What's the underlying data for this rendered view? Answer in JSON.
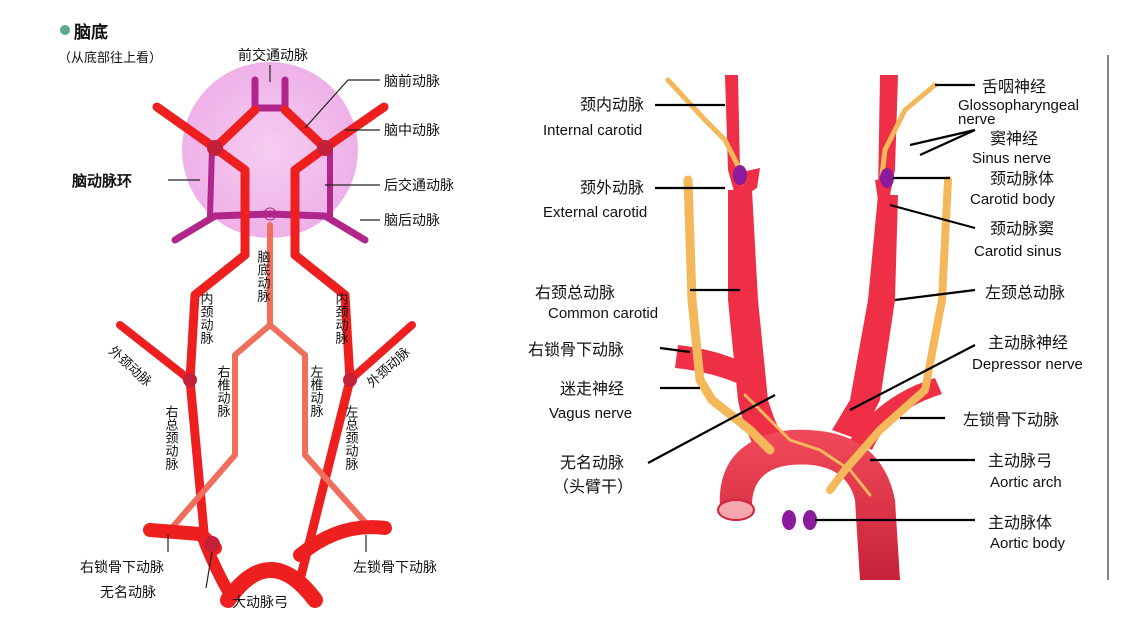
{
  "left": {
    "title": "脑底",
    "subtitle": "（从底部往上看）",
    "labels": {
      "anterior_communicating": "前交通动脉",
      "anterior_cerebral": "脑前动脉",
      "middle_cerebral": "脑中动脉",
      "circle": "脑动脉环",
      "posterior_communicating": "后交通动脉",
      "posterior_cerebral": "脑后动脉",
      "basilar": "脑底动脉",
      "internal_carotid_left": "内颈动脉",
      "internal_carotid_right": "内颈动脉",
      "external_carotid_left": "外颈动脉",
      "external_carotid_right": "外颈动脉",
      "right_vertebral": "右椎动脉",
      "left_vertebral": "左椎动脉",
      "right_common_carotid": "右总颈动脉",
      "left_common_carotid": "左总颈动脉",
      "right_subclavian": "右锁骨下动脉",
      "brachiocephalic": "无名动脉",
      "aortic_arch": "大动脉弓",
      "left_subclavian": "左锁骨下动脉"
    }
  },
  "right": {
    "labels": {
      "internal_carotid_cn": "颈内动脉",
      "internal_carotid_en": "Internal carotid",
      "external_carotid_cn": "颈外动脉",
      "external_carotid_en": "External carotid",
      "common_carotid_cn": "右颈总动脉",
      "common_carotid_en": "Common carotid",
      "right_subclavian_cn": "右锁骨下动脉",
      "vagus_cn": "迷走神经",
      "vagus_en": "Vagus nerve",
      "innominate_cn": "无名动脉",
      "innominate_sub": "（头臂干）",
      "glossopharyngeal_cn": "舌咽神经",
      "glossopharyngeal_en1": "Glossopharyngeal",
      "glossopharyngeal_en2": "nerve",
      "sinus_nerve_cn": "窦神经",
      "sinus_nerve_en": "Sinus  nerve",
      "carotid_body_cn": "颈动脉体",
      "carotid_body_en": "Carotid body",
      "carotid_sinus_cn": "颈动脉窦",
      "carotid_sinus_en": "Carotid sinus",
      "left_common_carotid_cn": "左颈总动脉",
      "depressor_cn": "主动脉神经",
      "depressor_en": "Depressor nerve",
      "left_subclavian_cn": "左锁骨下动脉",
      "aortic_arch_cn": "主动脉弓",
      "aortic_arch_en": "Aortic arch",
      "aortic_body_cn": "主动脉体",
      "aortic_body_en": "Aortic body"
    }
  },
  "colors": {
    "artery": "#ee1f1f",
    "vertebral": "#ef6f5c",
    "circle_glow": "#f3c4ee",
    "posterior_vessels": "#b0268a",
    "nerve": "#f4b85a",
    "body_purple": "#8b1a9c"
  }
}
